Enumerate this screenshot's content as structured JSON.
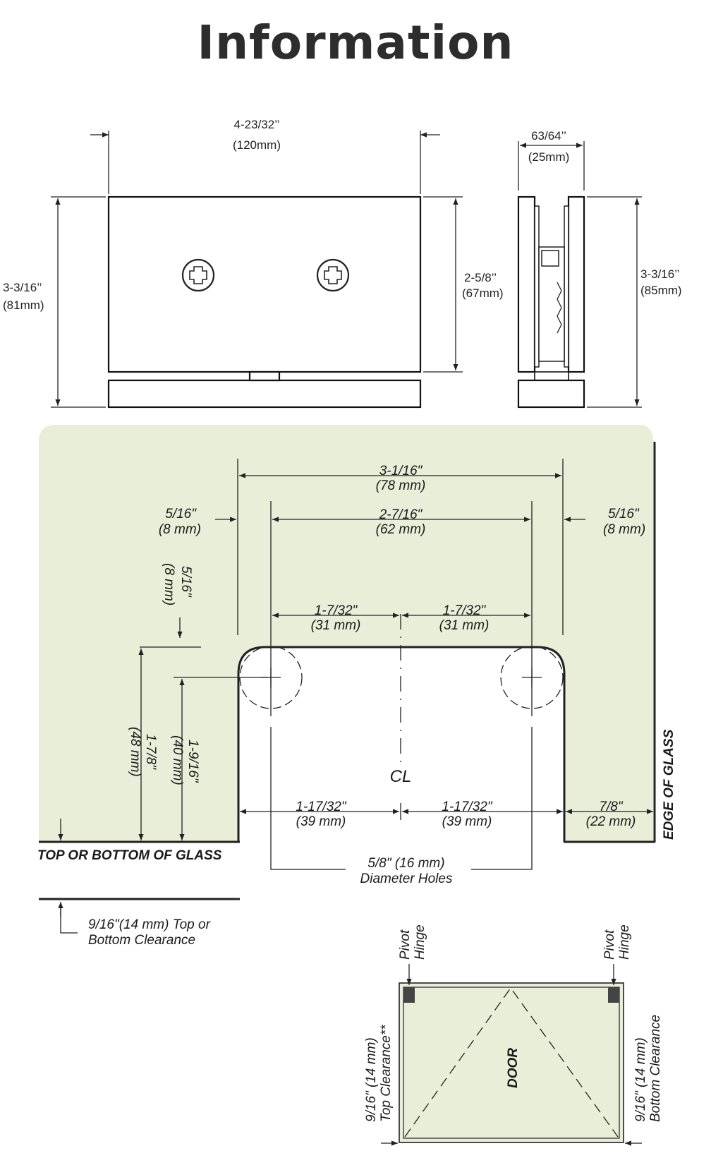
{
  "title": "Information",
  "front_view": {
    "width_in": "4-23/32’’",
    "width_mm": "(120mm)",
    "height_in": "3-3/16’’",
    "height_mm": "(81mm)",
    "plate_in": "2-5/8’’",
    "plate_mm": "(67mm)"
  },
  "side_view": {
    "width_in": "63/64’’",
    "width_mm": "(25mm)",
    "height_in": "3-3/16’’",
    "height_mm": "(85mm)"
  },
  "cutout": {
    "overall_in": "3-1/16\"",
    "overall_mm": "(78 mm)",
    "hole_span_in": "2-7/16\"",
    "hole_span_mm": "(62 mm)",
    "left_edge_in": "5/16\"",
    "left_edge_mm": "(8 mm)",
    "right_edge_in": "5/16\"",
    "right_edge_mm": "(8 mm)",
    "top_in": "5/16\"",
    "top_mm": "(8 mm)",
    "half_left_in": "1-7/32\"",
    "half_left_mm": "(31 mm)",
    "half_right_in": "1-7/32\"",
    "half_right_mm": "(31 mm)",
    "depth_in": "1-7/8\"",
    "depth_mm": "(48 mm)",
    "hole_depth_in": "1-9/16\"",
    "hole_depth_mm": "(40 mm)",
    "bottom_left_in": "1-17/32\"",
    "bottom_left_mm": "(39 mm)",
    "bottom_right_in": "1-17/32\"",
    "bottom_right_mm": "(39 mm)",
    "edge_in": "7/8\"",
    "edge_mm": "(22 mm)",
    "centerline": "CL",
    "holes_line1": "5/8\" (16 mm)",
    "holes_line2": "Diameter Holes",
    "glass_label": "TOP OR BOTTOM OF GLASS",
    "edge_label": "EDGE OF GLASS",
    "clearance_line1": "9/16\"(14 mm) Top or",
    "clearance_line2": "Bottom Clearance"
  },
  "door_diagram": {
    "door_label": "DOOR",
    "pivot_left_1": "Pivot",
    "pivot_left_2": "Hinge",
    "pivot_right_1": "Pivot",
    "pivot_right_2": "Hinge",
    "top_clearance_1": "9/16\" (14 mm)",
    "top_clearance_2": "Top Clearance**",
    "bottom_clearance_1": "9/16\" (14 mm)",
    "bottom_clearance_2": "Bottom Clearance"
  },
  "colors": {
    "panel_fill": "#e8eed8",
    "line": "#222222"
  }
}
